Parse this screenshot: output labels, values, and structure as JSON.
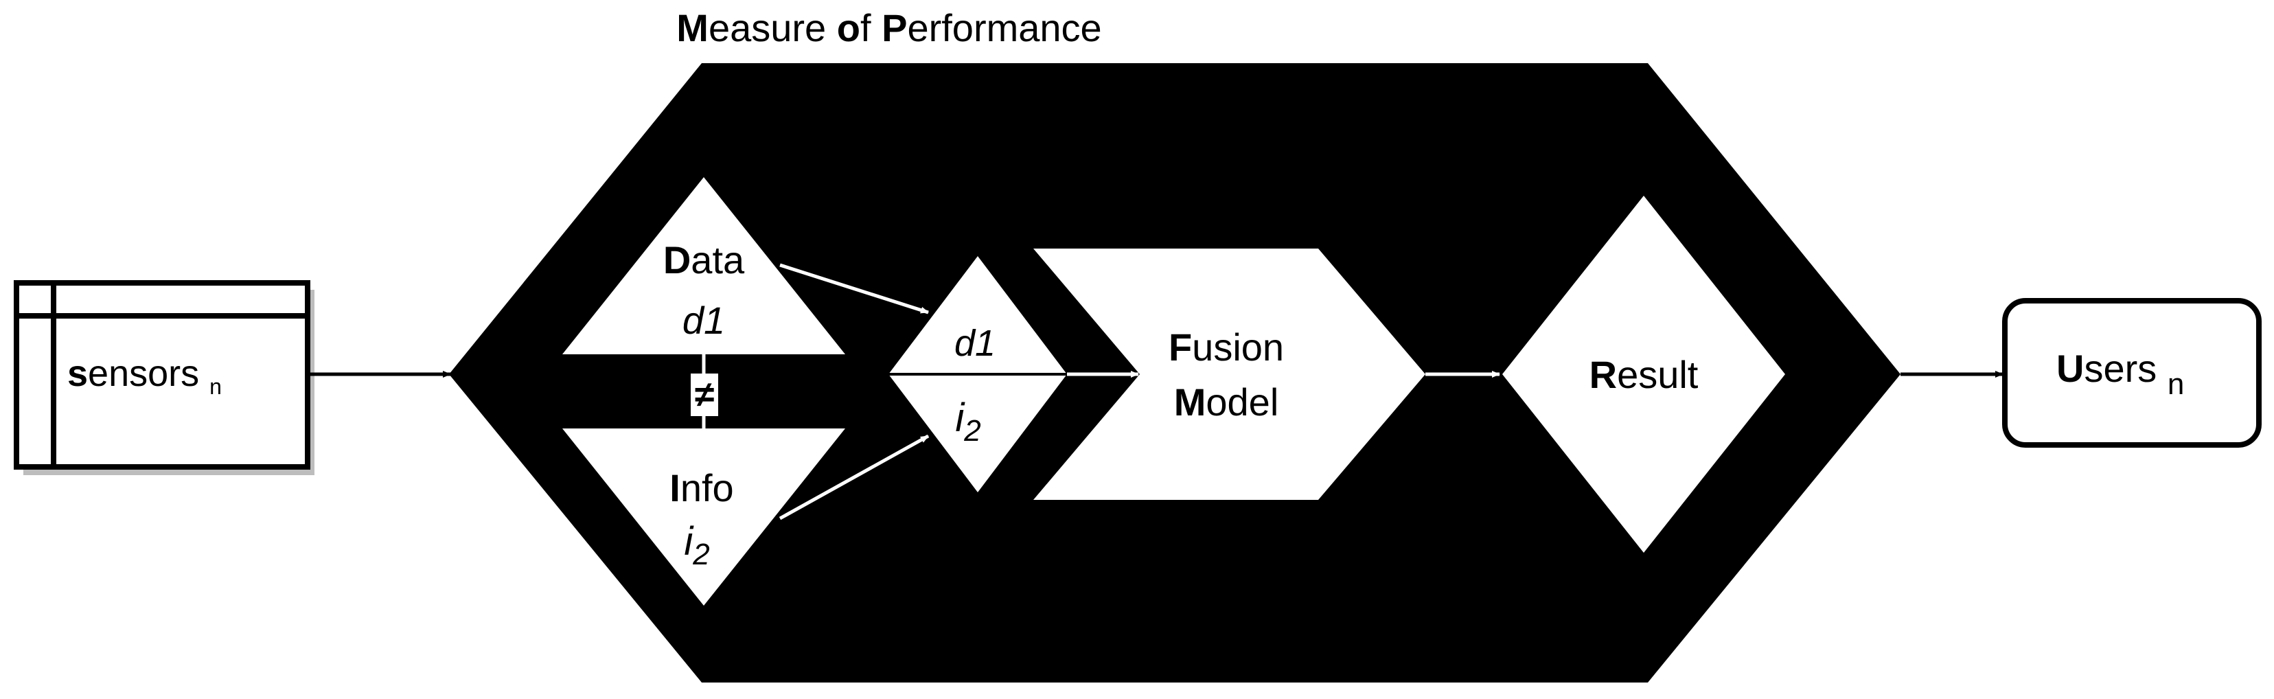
{
  "title": {
    "bold1": "M",
    "rest1": "easure ",
    "bold2": "o",
    "rest2": "f ",
    "bold3": "P",
    "rest3": "erformance"
  },
  "sensors": {
    "bold": "s",
    "rest": "ensors ",
    "sub": "n"
  },
  "data_triangle": {
    "bold": "D",
    "rest": "ata",
    "sub": "d1"
  },
  "info_triangle": {
    "bold": "I",
    "rest": "nfo",
    "sub_i": "i",
    "sub_n": "2"
  },
  "not_equal": "≠",
  "small_diamond": {
    "top": "d1",
    "bottom_i": "i",
    "bottom_n": "2"
  },
  "fusion": {
    "bold1": "F",
    "rest1": "usion",
    "bold2": "M",
    "rest2": "odel"
  },
  "result": {
    "bold": "R",
    "rest": "esult"
  },
  "users": {
    "bold": "U",
    "rest": "sers ",
    "sub": "n"
  },
  "colors": {
    "background": "#ffffff",
    "fill": "#000000",
    "stroke": "#000000",
    "shadow": "#bdbdbd"
  }
}
